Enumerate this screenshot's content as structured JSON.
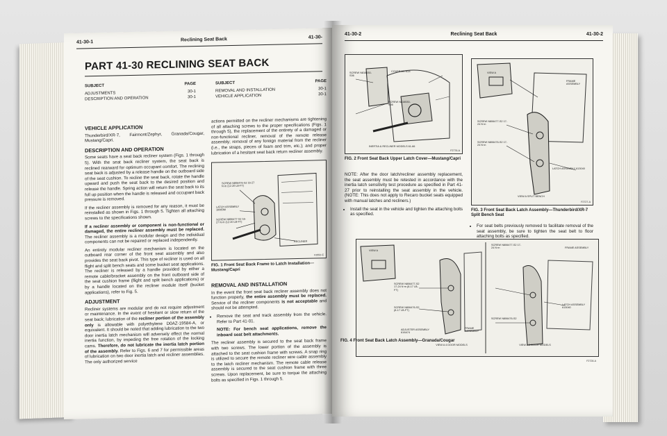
{
  "left_page": {
    "header_left": "41-30-1",
    "header_center": "Reclining Seat Back",
    "header_right": "41-30-",
    "title": "PART 41-30 RECLINING SEAT BACK",
    "toc": {
      "subject_label": "SUBJECT",
      "page_label": "PAGE",
      "left": [
        {
          "subject": "ADJUSTMENTS",
          "page": "30-1"
        },
        {
          "subject": "DESCRIPTION AND OPERATION",
          "page": "30-1"
        }
      ],
      "right": [
        {
          "subject": "REMOVAL AND INSTALLATION",
          "page": "30-1"
        },
        {
          "subject": "VEHICLE APPLICATION",
          "page": "30-1"
        }
      ]
    },
    "col1": {
      "vehicle_application_heading": "VEHICLE APPLICATION",
      "vehicle_application_text": "Thunderbird/XR-7, Fairmont/Zephyr, Granada/Cougar, Mustang/Capri.",
      "description_heading": "DESCRIPTION AND OPERATION",
      "description_p1": "Some seats have a seat back recliner system (Figs. 1 through 5). With the seat back recliner system, the seat back is reclined rearward for optimum occupant comfort. The reclining seat back is adjusted by a release handle on the outboard side of the seat cushion. To recline the seat back, rotate the handle upward and push the seat back to the desired position and release the handle. Spring action will return the seat back to its full up position when the handle is released and occupant back pressure is removed.",
      "description_p2": "If the recliner assembly is removed for any reason, it must be reinstalled as shown in Figs. 1 through 5. Tighten all attaching screws to the specifications shown.",
      "description_p3_bold": "If a recliner assembly or component is non-functional or damaged, the entire recliner assembly must be replaced.",
      "description_p3_rest": " The recliner assembly is a modular design and the individual components can not be repaired or replaced independently.",
      "description_p4": "An entirely modular recliner mechanism is located on the outboard rear corner of the front seat assembly and also provides the seat back pivot. This type of recliner is used on all flight and split bench seats and some bucket seat applications. The recliner is released by a handle provided by either a remote cable/bracket assembly on the front outboard side of the seat cushion frame (flight and split bench applications) or by a handle located on the recliner module itself (bucket applications), refer to Fig. 5.",
      "adjustment_heading": "ADJUSTMENT",
      "adjustment_a": "Recliner systems are modular and do not require adjustment or maintenance. In the event of hesitant or slow return of the seat back; lubrication of the ",
      "adjustment_b_bold": "recliner portion of the assembly only",
      "adjustment_c": " is allowable with polyethylene D0AZ-19584-A, or equivalent. It should be noted that adding lubrication to the two door inertia latch mechanism will adversely effect the normal inertia function, by impeding the free rotation of the locking cams. ",
      "adjustment_d_bold": "Therefore, do not lubricate the inertia latch portion of the assembly.",
      "adjustment_e": " Refer to Figs. 6 and 7 for permissible areas of lubrication on two door inertia latch and recliner assemblies. The only authorized service"
    },
    "col2": {
      "top_text": "actions permitted on the recliner mechanisms are tightening of all attaching screws to the proper specifications (Figs. 1 through 5), the replacement of the entirety of a damaged or non-functional recliner, removal of the remote release assembly; removal of any foreign material from the recliner (i.e., the straps, pieces of foam and trim, etc.); and proper lubrication of a hesitant seat back return recliner assembly.",
      "fig1_caption": "FIG. 1 Front Seat Back Frame to Latch Installation—Mustang/Capri",
      "fig1_callouts": [
        "SCREW N806476-S2 16-27 N·m (12-20 LB-FT)",
        "LATCH ASSEMBLY 16060W",
        "SCREW N806477-S2 16-27 N·m (12-20 LB-FT)",
        "RECLINER"
      ],
      "fig1_code": "F2850-E",
      "removal_heading": "REMOVAL AND INSTALLATION",
      "removal_p1_a": "In the event the front seat back recliner assembly does not function properly, ",
      "removal_p1_bold": "the entire assembly must be replaced.",
      "removal_p1_b": " Service of the recliner components ",
      "removal_p1_bold2": "is not acceptable",
      "removal_p1_c": " and should not be attempted.",
      "removal_bullet": "Remove the seat and track assembly from the vehicle. Refer to Part 41-01.",
      "note_bold": "NOTE: For bench seat applications, remove the inboard seat belt attachments.",
      "removal_p2": "The recliner assembly is secured to the seat back frame with two screws. The lower portion of the assembly is attached to the seat cushion frame with screws. A snap ring is utilized to secure the remote recliner wire cable assembly to the latch recliner mechanism. The remote cable release assembly is secured to the seat cushion frame with three screws. Upon replacement, be sure to torque the attaching bolts as specified in Figs. 1 through 5."
    }
  },
  "right_page": {
    "header_left": "41-30-2",
    "header_center": "Reclining Seat Back",
    "header_right": "41-30-2",
    "fig2_caption": "FIG. 2 Front Seat Back Upper Latch Cover—Mustang/Capri",
    "fig2_callouts": [
      "SCREW N816530-S36",
      "COVER 617A14",
      "SCREW N816530-S36",
      "INERTIA & RECLINER MODELS 61-66"
    ],
    "fig2_code": "F2776-A",
    "fig3_caption": "FIG. 3 Front Seat Back Latch Assembly—Thunderbird/XR-7 Split Bench Seat",
    "fig3_callouts": [
      "FRAME ASSEMBLY",
      "VIEW A",
      "SCREW N806477-S2 17-24 N·m",
      "SCREW N806476-S2 17-24 N·m",
      "LATCH ASSEMBLY 613040",
      "VIEW A SPLIT BENCH"
    ],
    "fig3_code": "F2727-A",
    "note_text": "NOTE: After the door latch/recliner assembly replacement, the seat assembly must be retested in accordance with the inertia latch sensitivity test procedure as specified in Part 41-27 prior to reinstalling the seat assembly in the vehicle. (NOTE: This does not apply to Recaro bucket seats equipped with manual latches and recliners.)",
    "bullet_install": "Install the seat in the vehicle and tighten the attaching bolts as specified.",
    "bullet_seatbelt": "For seat belts previously removed to facilitate removal of the seat assembly, be sure to tighten the seat belt to floor attaching bolts as specified.",
    "fig4_caption": "FIG. 4 Front Seat Back Latch Assembly—Granada/Cougar",
    "fig4_callouts": [
      "VIEW A",
      "SCREW N806477-S2 17-24 N·m (8-17 LB-FT)",
      "SCREW N806476-S2 (8-17 LB-FT)",
      "ADJUSTER ASSEMBLY 619A74",
      "FRAME ASSEMBLY",
      "VIEW A 4 DOOR MODELS",
      "SCREW N806477-S2 17-24 N·m",
      "FRAME ASSEMBLY",
      "SCREW N806476-S2",
      "LATCH ASSEMBLY 613040",
      "VIEW A 2 DOOR MODELS"
    ],
    "fig4_code": "F2728-A"
  },
  "colors": {
    "paper": "#f7f6f1",
    "ink": "#1a1a1a",
    "background": "#d9d9d9"
  }
}
